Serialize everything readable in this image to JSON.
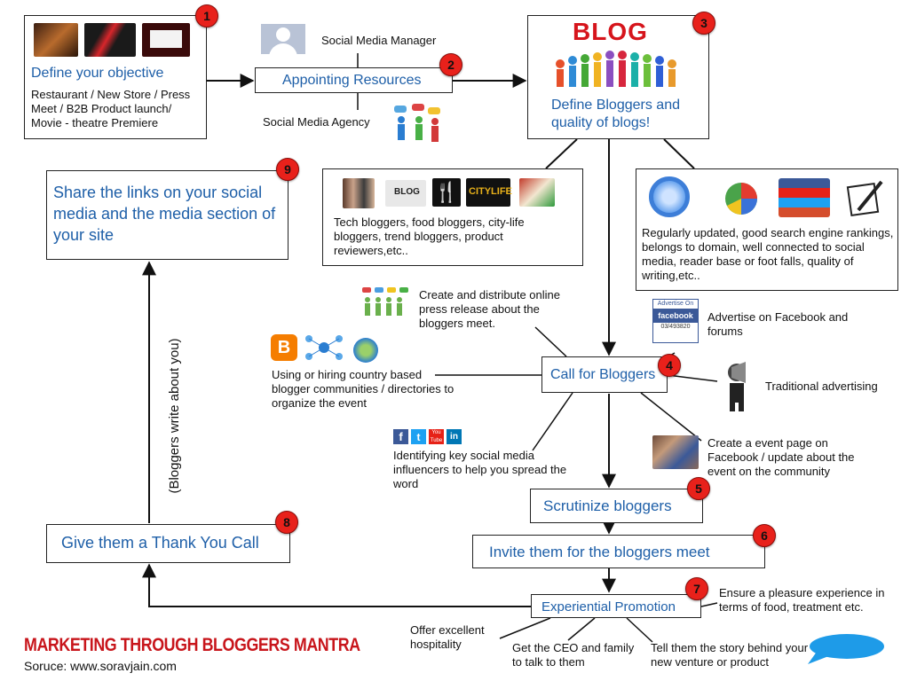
{
  "step1": {
    "number": "1",
    "title": "Define your objective",
    "text": "Restaurant / New Store /  Press Meet / B2B Product launch/ Movie - theatre Premiere"
  },
  "step2": {
    "number": "2",
    "title": "Appointing Resources",
    "manager": "Social Media Manager",
    "agency": "Social Media Agency"
  },
  "step3": {
    "number": "3",
    "logo": "BLOG",
    "title": "Define Bloggers and quality of blogs!"
  },
  "blogger_types": {
    "text": "Tech bloggers, food bloggers, city-life bloggers, trend bloggers, product reviewers,etc..",
    "icon_blog": "BLOG",
    "icon_city": "CITYLIFE"
  },
  "quality": {
    "text": "Regularly updated, good search engine rankings, belongs to domain, well connected to social media, reader base or foot falls, quality of writing,etc.."
  },
  "step9": {
    "number": "9",
    "title": "Share the links on your social media and the media section of your site"
  },
  "step4": {
    "number": "4",
    "title": "Call for Bloggers"
  },
  "call_items": {
    "press_release": "Create and distribute  online press release about the bloggers meet.",
    "facebook_ad": "Advertise on Facebook and forums",
    "facebook_ad_badge": [
      "Advertise On",
      "facebook",
      "03/493820"
    ],
    "communities": "Using or hiring country based blogger communities / directories to organize the event",
    "traditional": "Traditional advertising",
    "influencers": "Identifying key social media influencers to help you spread the word",
    "event_page": "Create a event page on Facebook / update about the event on the community"
  },
  "vertical_label": "(Bloggers write about you)",
  "step5": {
    "number": "5",
    "title": "Scrutinize bloggers"
  },
  "step6": {
    "number": "6",
    "title": "Invite them for the bloggers meet"
  },
  "step7": {
    "number": "7",
    "title": "Experiential Promotion",
    "pleasure": "Ensure a pleasure experience in terms of food, treatment etc.",
    "hospitality": "Offer excellent hospitality",
    "ceo": "Get the CEO and family to talk to them",
    "story": "Tell them the story behind your new  venture or product"
  },
  "step8": {
    "number": "8",
    "title": "Give them a Thank You Call"
  },
  "footer": {
    "title": "MARKETING THROUGH BLOGGERS MANTRA",
    "source": "Soruce: www.soravjain.com"
  },
  "colors": {
    "accent_blue": "#1e5fa8",
    "badge_red": "#e8211b",
    "footer_red": "#c8151b",
    "bubble": "#1e9be8"
  }
}
